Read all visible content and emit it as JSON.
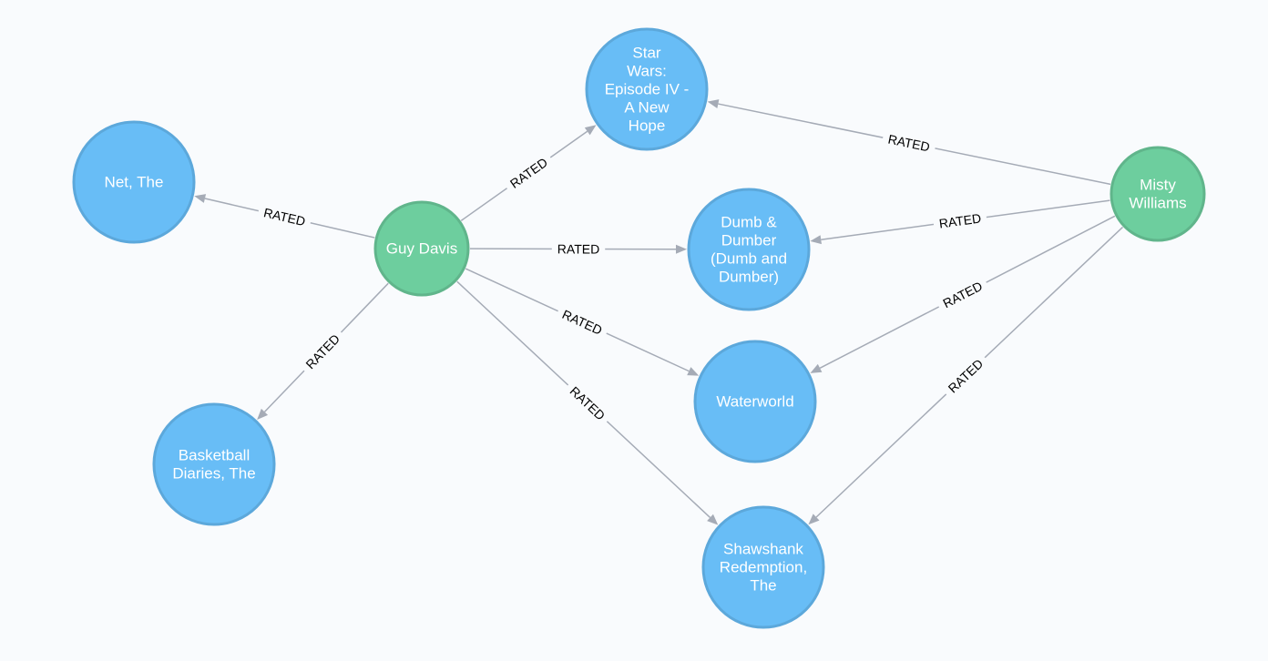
{
  "graph": {
    "node_colors": {
      "movie": "#68bdf6",
      "person": "#6dce9e",
      "relationship": "#a5abb6"
    },
    "nodes": [
      {
        "id": "star-wars",
        "type": "movie",
        "label_lines": [
          "Star",
          "Wars:",
          "Episode IV -",
          "A New",
          "Hope"
        ]
      },
      {
        "id": "net",
        "type": "movie",
        "label_lines": [
          "Net, The"
        ]
      },
      {
        "id": "dumb-dumber",
        "type": "movie",
        "label_lines": [
          "Dumb &",
          "Dumber",
          "(Dumb and",
          "Dumber)"
        ]
      },
      {
        "id": "waterworld",
        "type": "movie",
        "label_lines": [
          "Waterworld"
        ]
      },
      {
        "id": "basketball",
        "type": "movie",
        "label_lines": [
          "Basketball",
          "Diaries, The"
        ]
      },
      {
        "id": "shawshank",
        "type": "movie",
        "label_lines": [
          "Shawshank",
          "Redemption,",
          "The"
        ]
      },
      {
        "id": "guy-davis",
        "type": "person",
        "label_lines": [
          "Guy Davis"
        ]
      },
      {
        "id": "misty-williams",
        "type": "person",
        "label_lines": [
          "Misty",
          "Williams"
        ]
      }
    ],
    "relationships": [
      {
        "from": "guy-davis",
        "to": "net",
        "label": "RATED"
      },
      {
        "from": "guy-davis",
        "to": "star-wars",
        "label": "RATED"
      },
      {
        "from": "guy-davis",
        "to": "dumb-dumber",
        "label": "RATED"
      },
      {
        "from": "guy-davis",
        "to": "waterworld",
        "label": "RATED"
      },
      {
        "from": "guy-davis",
        "to": "shawshank",
        "label": "RATED"
      },
      {
        "from": "guy-davis",
        "to": "basketball",
        "label": "RATED"
      },
      {
        "from": "misty-williams",
        "to": "star-wars",
        "label": "RATED"
      },
      {
        "from": "misty-williams",
        "to": "dumb-dumber",
        "label": "RATED"
      },
      {
        "from": "misty-williams",
        "to": "waterworld",
        "label": "RATED"
      },
      {
        "from": "misty-williams",
        "to": "shawshank",
        "label": "RATED"
      }
    ]
  }
}
